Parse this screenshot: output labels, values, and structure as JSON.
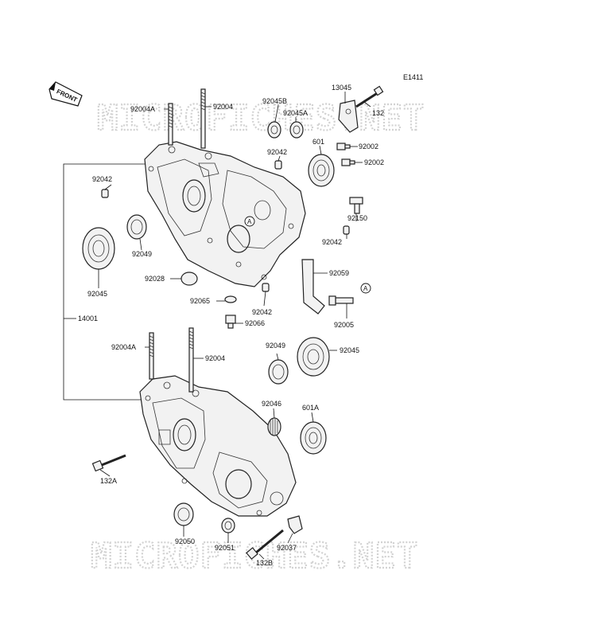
{
  "diagram_code": "E1411",
  "front_label": "FRONT",
  "watermark": "MICROFICHES.NET",
  "circle_marker": "A",
  "parts": {
    "p13045": "13045",
    "p132": "132",
    "p92045B": "92045B",
    "p92045A": "92045A",
    "p92004A_top": "92004A",
    "p92004_top": "92004",
    "p92042_a": "92042",
    "p601": "601",
    "p92002_a": "92002",
    "p92002_b": "92002",
    "p92042_b": "92042",
    "p92150": "92150",
    "p92042_c": "92042",
    "p92049_top": "92049",
    "p92045_top": "92045",
    "p92028": "92028",
    "p92059": "92059",
    "p92065": "92065",
    "p92042_d": "92042",
    "p92005": "92005",
    "p92066": "92066",
    "p14001": "14001",
    "p92004A_bot": "92004A",
    "p92004_bot": "92004",
    "p92049_bot": "92049",
    "p92045_bot": "92045",
    "p92046": "92046",
    "p601A": "601A",
    "p132A": "132A",
    "p92050": "92050",
    "p92051": "92051",
    "p92037": "92037",
    "p132B": "132B"
  }
}
